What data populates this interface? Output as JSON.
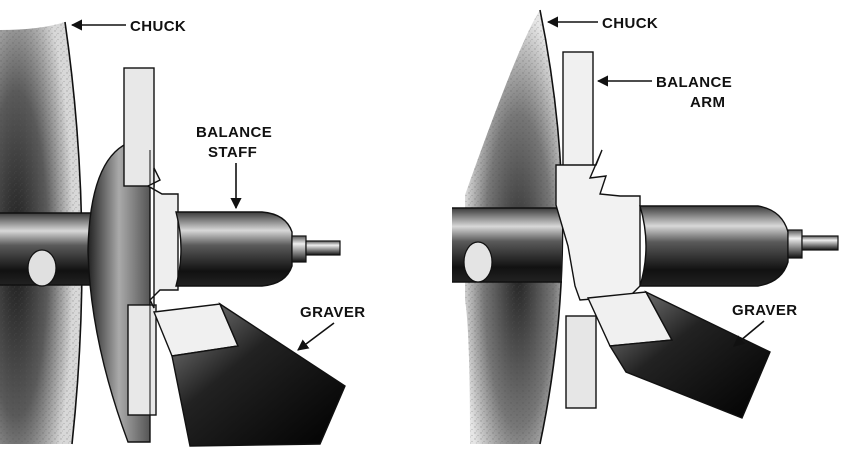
{
  "left_panel": {
    "chuck_label": "CHUCK",
    "staff_label_line1": "BALANCE",
    "staff_label_line2": "STAFF",
    "graver_label": "GRAVER"
  },
  "right_panel": {
    "chuck_label": "CHUCK",
    "arm_label_line1": "BALANCE",
    "arm_label_line2": "ARM",
    "graver_label": "GRAVER"
  }
}
